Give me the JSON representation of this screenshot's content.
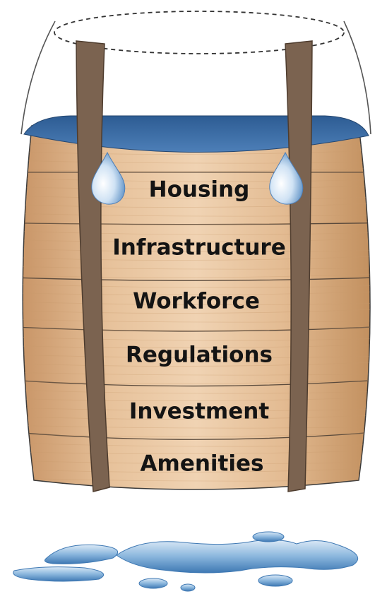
{
  "diagram": {
    "staves": [
      {
        "label": "Housing"
      },
      {
        "label": "Infrastructure"
      },
      {
        "label": "Workforce"
      },
      {
        "label": "Regulations"
      },
      {
        "label": "Investment"
      },
      {
        "label": "Amenities"
      }
    ],
    "colors": {
      "water": "#3f6ea7",
      "water_dark": "#2b5486",
      "wood_light": "#e9c9a6",
      "wood_mid": "#d8ac7f",
      "strap": "#7b6350",
      "strap_edge": "#4e3c2e",
      "outline": "#3a3a3a",
      "puddle": "#5f95c9"
    }
  }
}
